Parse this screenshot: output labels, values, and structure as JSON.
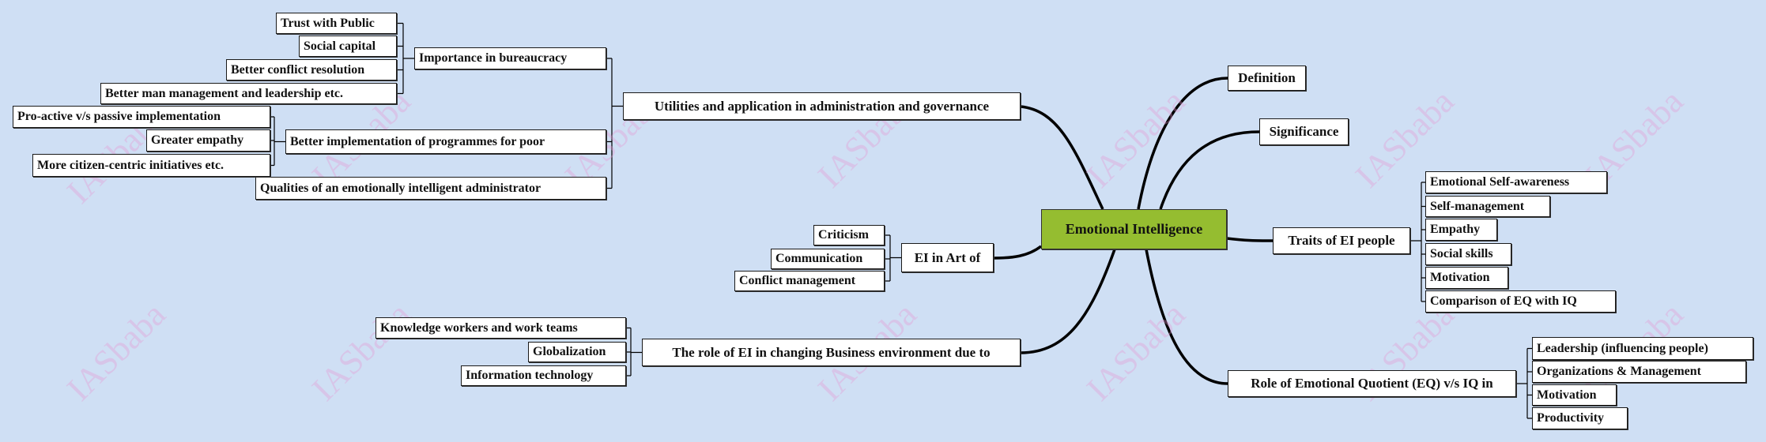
{
  "watermark": "IASbaba",
  "central": "Emotional Intelligence",
  "right": {
    "definition": "Definition",
    "significance": "Significance",
    "traits": {
      "label": "Traits of EI people",
      "children": [
        "Emotional Self-awareness",
        "Self-management",
        "Empathy",
        "Social skills",
        "Motivation",
        "Comparison of EQ with IQ"
      ]
    },
    "role_eq": {
      "label": "Role of Emotional Quotient (EQ) v/s IQ in",
      "children": [
        "Leadership (influencing people)",
        "Organizations & Management",
        "Motivation",
        "Productivity"
      ]
    }
  },
  "left": {
    "utilities": {
      "label": "Utilities and application in administration and governance",
      "importance": {
        "label": "Importance in bureaucracy",
        "children": [
          "Trust with Public",
          "Social capital",
          "Better conflict resolution",
          "Better man management and leadership etc."
        ]
      },
      "implementation": {
        "label": "Better implementation of programmes for poor",
        "children": [
          "Pro-active v/s passive implementation",
          "Greater empathy",
          "More citizen-centric initiatives etc."
        ]
      },
      "qualities": "Qualities of an emotionally intelligent administrator"
    },
    "art": {
      "label": "EI in Art of",
      "children": [
        "Criticism",
        "Communication",
        "Conflict management"
      ]
    },
    "business": {
      "label": "The role of EI in changing Business environment due to",
      "children": [
        "Knowledge workers and work teams",
        "Globalization",
        "Information technology"
      ]
    }
  },
  "colors": {
    "background": "#cfdff4",
    "central_fill": "#95bd30",
    "watermark": "#e696d2"
  }
}
